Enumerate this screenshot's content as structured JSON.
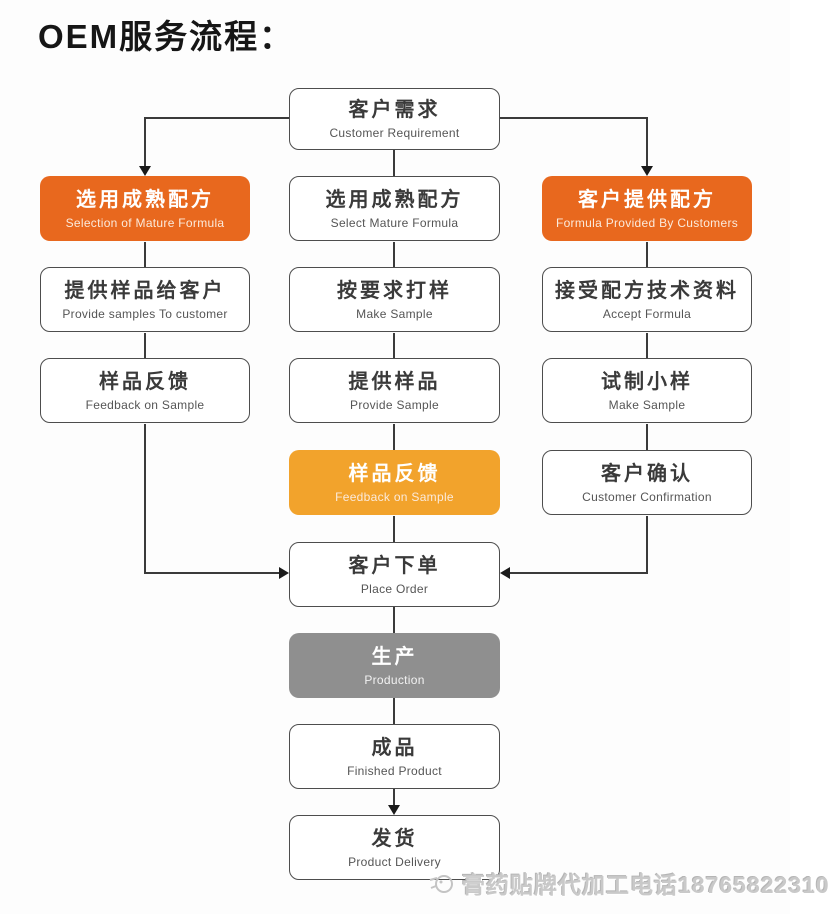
{
  "title": "OEM服务流程：",
  "colors": {
    "orange_dark": "#E8681E",
    "orange_light": "#F2A32C",
    "gray_box": "#8F8F8F",
    "line": "#3A3A3A",
    "white_box_border": "#4D4D4D"
  },
  "nodes": {
    "customer_requirement": {
      "zh": "客户需求",
      "en": "Customer Requirement"
    },
    "selection_mature_formula": {
      "zh": "选用成熟配方",
      "en": "Selection of Mature Formula"
    },
    "select_mature_formula": {
      "zh": "选用成熟配方",
      "en": "Select Mature Formula"
    },
    "formula_provided_by_customers": {
      "zh": "客户提供配方",
      "en": "Formula  Provided By Customers"
    },
    "provide_samples_to_customer": {
      "zh": "提供样品给客户",
      "en": "Provide samples To customer"
    },
    "make_sample_on_request": {
      "zh": "按要求打样",
      "en": "Make Sample"
    },
    "accept_formula": {
      "zh": "接受配方技术资料",
      "en": "Accept Formula"
    },
    "feedback_on_sample_left": {
      "zh": "样品反馈",
      "en": "Feedback on Sample"
    },
    "provide_sample": {
      "zh": "提供样品",
      "en": "Provide Sample"
    },
    "trial_small_sample": {
      "zh": "试制小样",
      "en": "Make Sample"
    },
    "feedback_on_sample_mid": {
      "zh": "样品反馈",
      "en": "Feedback on Sample"
    },
    "customer_confirmation": {
      "zh": "客户确认",
      "en": "Customer Confirmation"
    },
    "place_order": {
      "zh": "客户下单",
      "en": "Place Order"
    },
    "production": {
      "zh": "生产",
      "en": "Production"
    },
    "finished_product": {
      "zh": "成品",
      "en": "Finished Product"
    },
    "product_delivery": {
      "zh": "发货",
      "en": "Product Delivery"
    }
  },
  "watermark": {
    "text": "膏药贴牌代加工电话18765822310"
  }
}
